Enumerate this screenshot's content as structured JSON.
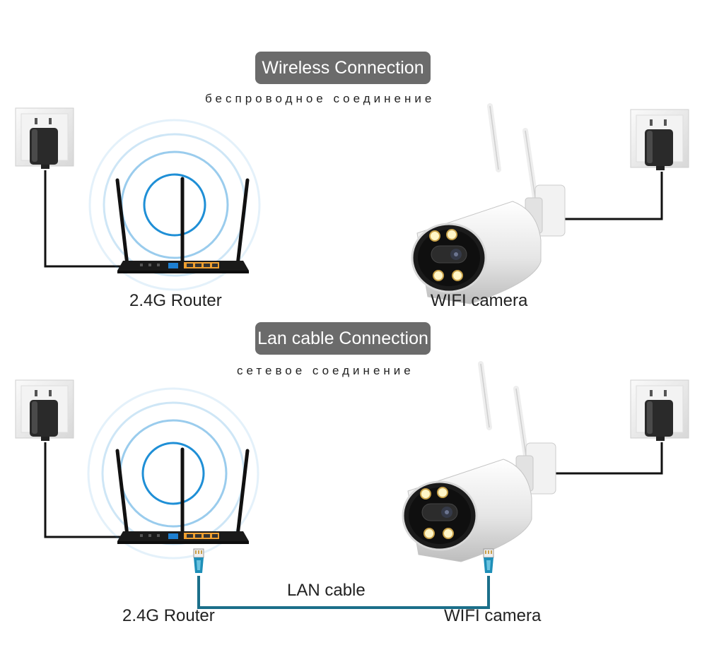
{
  "sections": [
    {
      "title": "Wireless Connection",
      "subtitle": "беспроводное соединение",
      "router_label": "2.4G Router",
      "camera_label": "WIFI camera"
    },
    {
      "title": "Lan cable Connection",
      "subtitle": "сетевое соединение",
      "router_label": "2.4G Router",
      "camera_label": "WIFI camera",
      "cable_label": "LAN cable"
    }
  ],
  "icons": [
    "wall-outlet-icon",
    "power-adapter-icon",
    "router-icon",
    "wifi-signal-icon",
    "bullet-camera-icon",
    "rj45-connector-icon"
  ],
  "colors": {
    "badge": "#6b6b6b",
    "signal": "#1f8fd6",
    "lan_cable": "#1b6f8a",
    "router_ports": "#f0a030"
  }
}
